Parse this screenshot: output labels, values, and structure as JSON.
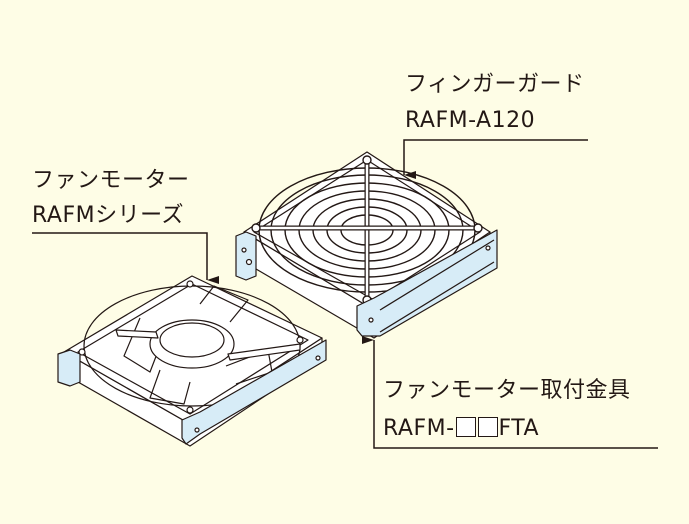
{
  "colors": {
    "background": "#fefde6",
    "line": "#231815",
    "bracket_fill": "#d7ecf7",
    "body_fill": "#ffffff"
  },
  "labels": {
    "finger_guard": {
      "name": "フィンガーガード",
      "model": "RAFM-A120"
    },
    "fan_motor": {
      "name": "ファンモーター",
      "model": "RAFMシリーズ"
    },
    "mounting_bracket": {
      "name": "ファンモーター取付金具",
      "model_prefix": "RAFM-",
      "model_suffix": "FTA"
    }
  }
}
